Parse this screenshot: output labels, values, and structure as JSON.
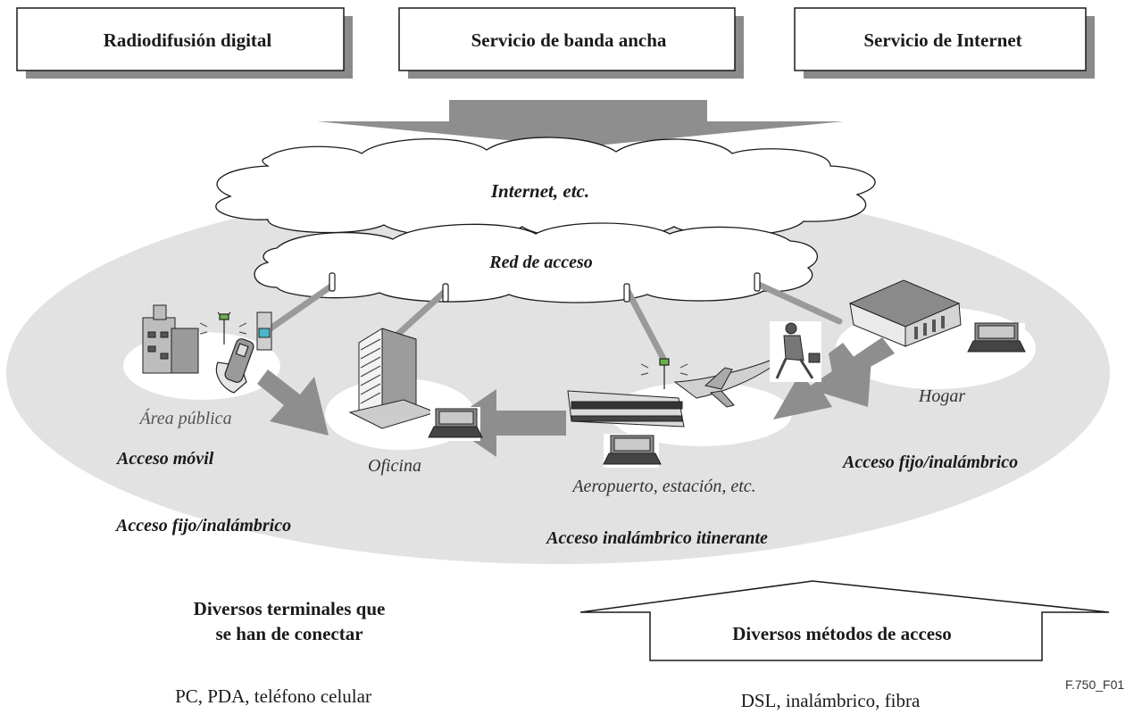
{
  "services": {
    "broadcast": "Radiodifusión digital",
    "broadband": "Servicio de banda ancha",
    "internet": "Servicio de Internet"
  },
  "clouds": {
    "internet": "Internet, etc.",
    "access_network": "Red de acceso"
  },
  "locations": {
    "public_area": "Área pública",
    "office": "Oficina",
    "airport": "Aeropuerto, estación, etc.",
    "home": "Hogar"
  },
  "access_types": {
    "mobile": "Acceso móvil",
    "fixed_wireless_left": "Acceso fijo/inalámbrico",
    "nomadic_wireless": "Acceso inalámbrico itinerante",
    "fixed_wireless_right": "Acceso fijo/inalámbrico"
  },
  "bottom": {
    "terminals_title_line1": "Diversos terminales que",
    "terminals_title_line2": "se han de conectar",
    "terminals_list": "PC, PDA, teléfono celular",
    "methods_title": "Diversos métodos de acceso",
    "methods_list": "DSL, inalámbrico, fibra"
  },
  "figure_id": "F.750_F01",
  "colors": {
    "ellipse": "#e2e2e2",
    "arrow": "#8e8e8e",
    "shadow": "#8a8a8a",
    "stroke": "#1a1a1a"
  }
}
